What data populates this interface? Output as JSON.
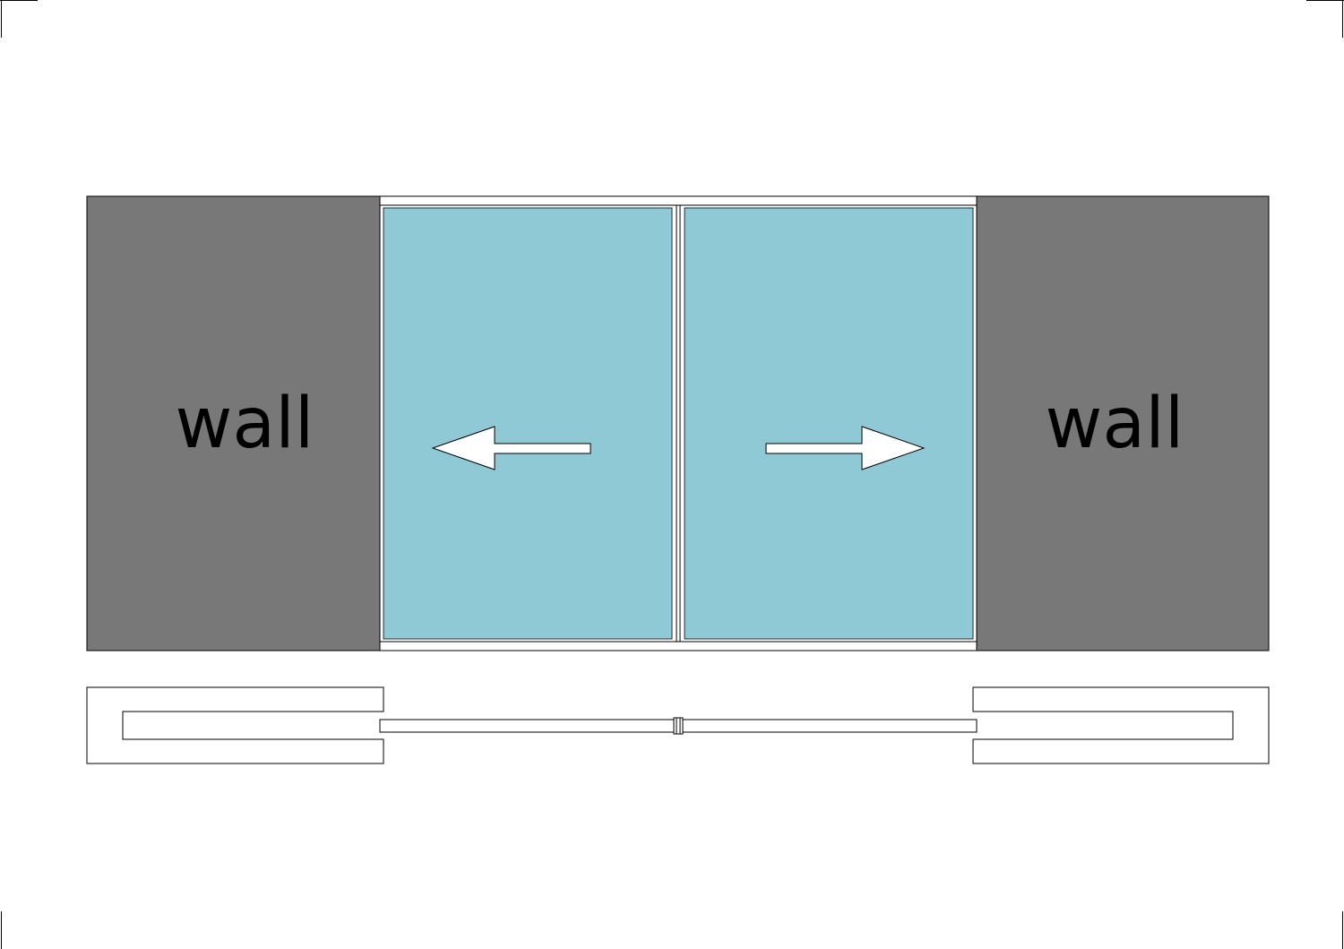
{
  "labels": {
    "left_wall": "wall",
    "right_wall": "wall"
  },
  "colors": {
    "wall": "#787878",
    "glass": "#8fc9d6",
    "frame": "#ffffff",
    "outline": "#000000",
    "text": "#000000",
    "background": "#ffffff"
  },
  "doors": [
    {
      "panel": "left",
      "direction": "left",
      "icon": "arrow-left-icon"
    },
    {
      "panel": "right",
      "direction": "right",
      "icon": "arrow-right-icon"
    }
  ],
  "plan_view": {
    "wall_pockets": 2,
    "door_panels": 2,
    "center_handle_icon": "handle-icon"
  }
}
